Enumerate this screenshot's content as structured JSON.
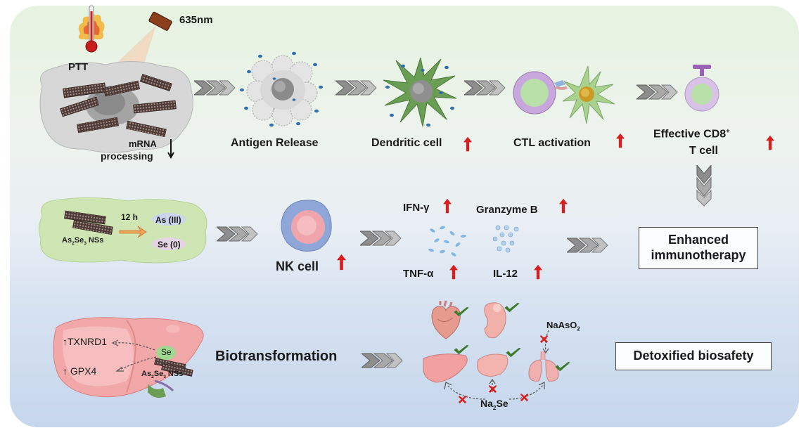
{
  "diagram": {
    "top_row": {
      "laser_label": "635nm",
      "ptt_label": "PTT",
      "mrna_line1": "mRNA",
      "mrna_line2": "processing",
      "antigen_release": "Antigen Release",
      "dendritic_cell": "Dendritic cell",
      "ctl_activation": "CTL activation",
      "cd8_line1": "Effective CD8",
      "cd8_sup": "+",
      "cd8_line2": "T cell"
    },
    "middle_row": {
      "time_label": "12 h",
      "as_label": "As (III)",
      "se_label": "Se (0)",
      "nss_prefix": "As",
      "nss_sub1": "2",
      "nss_mid": "Se",
      "nss_sub2": "3",
      "nss_suffix": " NSs",
      "nk_cell": "NK cell",
      "ifn": "IFN-γ",
      "tnf": "TNF-α",
      "granzyme": "Granzyme B",
      "il12": "IL-12",
      "enhanced_line1": "Enhanced",
      "enhanced_line2": "immunotherapy"
    },
    "bottom_row": {
      "txnrd1": "TXNRD1",
      "gpx4": "GPX4",
      "se_label": "Se",
      "nss_prefix": "As",
      "nss_sub1": "2",
      "nss_mid": "Se",
      "nss_sub2": "3",
      "nss_suffix": " NSs",
      "biotransformation": "Biotransformation",
      "naaso2_prefix": "NaAsO",
      "naaso2_sub": "2",
      "na2se_prefix": "Na",
      "na2se_sub": "2",
      "na2se_suffix": "Se",
      "detox": "Detoxified biosafety"
    }
  },
  "colors": {
    "up_arrow": "#d81e1e",
    "check": "#3d7a2a",
    "cross": "#d81e1e",
    "chevron": "#8c8c8c"
  }
}
